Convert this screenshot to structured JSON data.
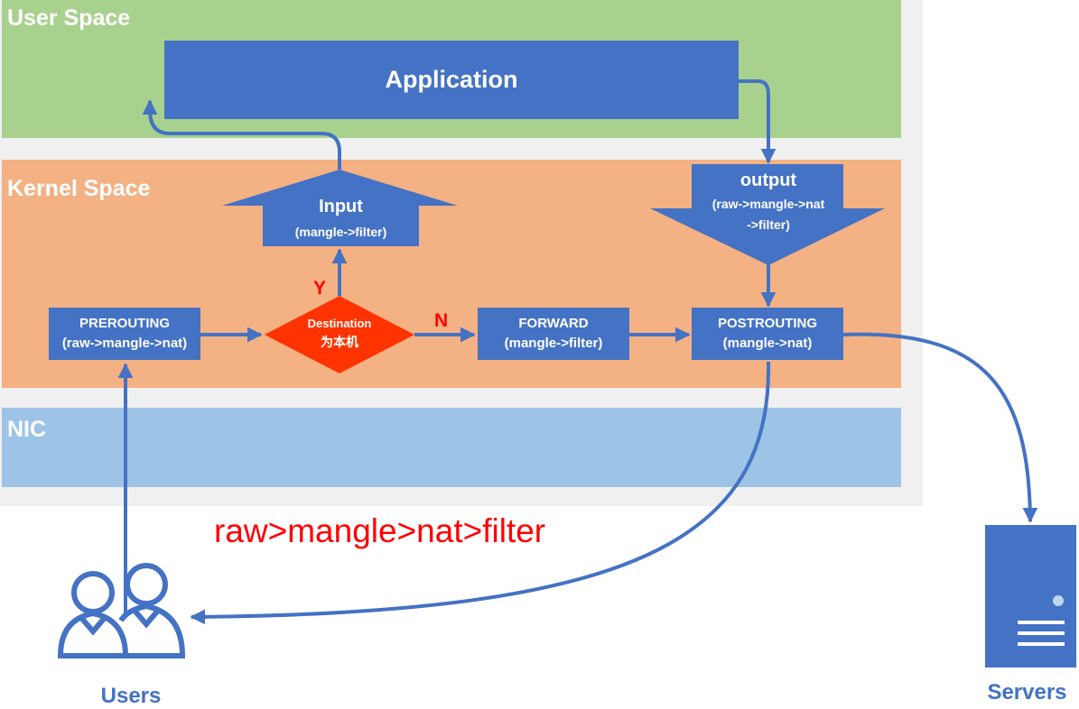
{
  "bands": {
    "user_space": "User Space",
    "kernel_space": "Kernel Space",
    "nic": "NIC"
  },
  "nodes": {
    "application": {
      "title": "Application"
    },
    "input": {
      "title": "Input",
      "sub": "(mangle->filter)"
    },
    "output": {
      "title": "output",
      "sub_line1": "(raw->mangle->nat",
      "sub_line2": "->filter)"
    },
    "prerouting": {
      "title": "PREROUTING",
      "sub": "(raw->mangle->nat)"
    },
    "destination": {
      "line1": "Destination",
      "line2": "为本机"
    },
    "forward": {
      "title": "FORWARD",
      "sub": "(mangle->filter)"
    },
    "postrouting": {
      "title": "POSTROUTING",
      "sub": "(mangle->nat)"
    }
  },
  "branch_labels": {
    "yes": "Y",
    "no": "N"
  },
  "order_text": "raw>mangle>nat>filter",
  "actors": {
    "users": "Users",
    "servers": "Servers"
  },
  "colors": {
    "user_space": "#a9d18e",
    "kernel_space": "#f4b183",
    "nic": "#9dc3e6",
    "node": "#4472c4",
    "decision": "#ff3300",
    "accent_red": "#ff0000"
  }
}
